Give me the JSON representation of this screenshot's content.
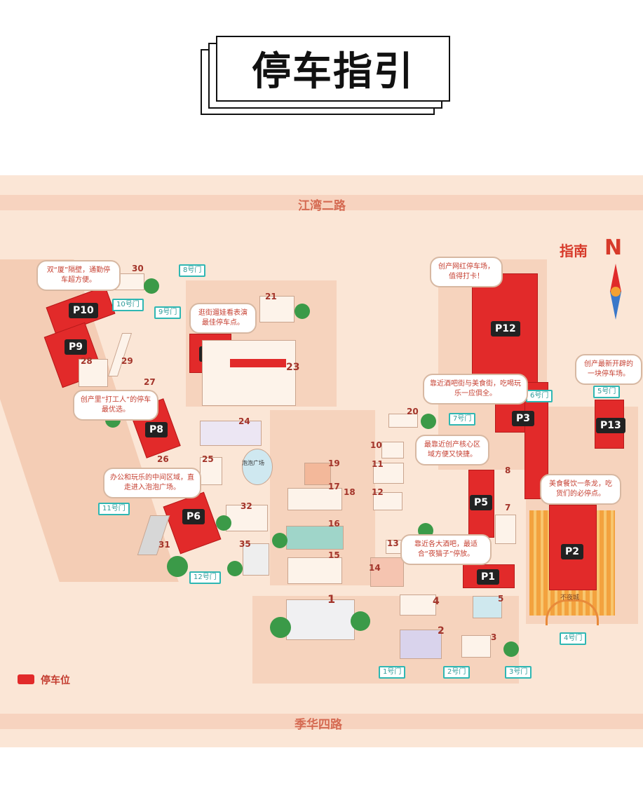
{
  "title": "停车指引",
  "roads": {
    "north": "江湾二路",
    "south": "季华四路"
  },
  "compass": {
    "label": "指南",
    "letter": "N"
  },
  "legend": {
    "label": "停车位",
    "color": "#e22a2a"
  },
  "parking": [
    {
      "id": "P1",
      "label": "P1"
    },
    {
      "id": "P2",
      "label": "P2"
    },
    {
      "id": "P3",
      "label": "P3"
    },
    {
      "id": "P5",
      "label": "P5"
    },
    {
      "id": "P6",
      "label": "P6"
    },
    {
      "id": "P7",
      "label": "P7"
    },
    {
      "id": "P8",
      "label": "P8"
    },
    {
      "id": "P9",
      "label": "P9"
    },
    {
      "id": "P10",
      "label": "P10"
    },
    {
      "id": "P12",
      "label": "P12"
    },
    {
      "id": "P13",
      "label": "P13"
    }
  ],
  "bubbles": {
    "p10": "双“厦”隔壁，通勤停车超方便。",
    "p7": "逛街遛娃看表演最佳停车点。",
    "p8": "创产里“打工人”的停车最优选。",
    "p6": "办公和玩乐的中间区域，直走进入泡泡广场。",
    "p12": "创产网红停车场，值得打卡！",
    "p3": "靠近酒吧街与美食街，吃喝玩乐一应俱全。",
    "p13": "创产最新开辟的一块停车场。",
    "p5": "最靠近创产核心区域方便又快捷。",
    "p2": "美食餐饮一条龙，吃货们的必停点。",
    "p1": "靠近各大酒吧，最适合“夜猫子”停放。"
  },
  "gates": {
    "g1": "1号门",
    "g2": "2号门",
    "g3": "3号门",
    "g4": "4号门",
    "g5": "5号门",
    "g6": "6号门",
    "g7": "7号门",
    "g8": "8号门",
    "g9": "9号门",
    "g10": "10号门",
    "g11": "11号门",
    "g12": "12号门"
  },
  "buildings": [
    "1",
    "2",
    "3",
    "4",
    "5",
    "7",
    "8",
    "10",
    "11",
    "12",
    "13",
    "14",
    "15",
    "16",
    "17",
    "18",
    "19",
    "20",
    "21",
    "23",
    "24",
    "25",
    "26",
    "27",
    "28",
    "29",
    "30",
    "31",
    "32",
    "35"
  ],
  "places": {
    "plaza": "泡泡广场",
    "buyecheng": "不夜城"
  }
}
